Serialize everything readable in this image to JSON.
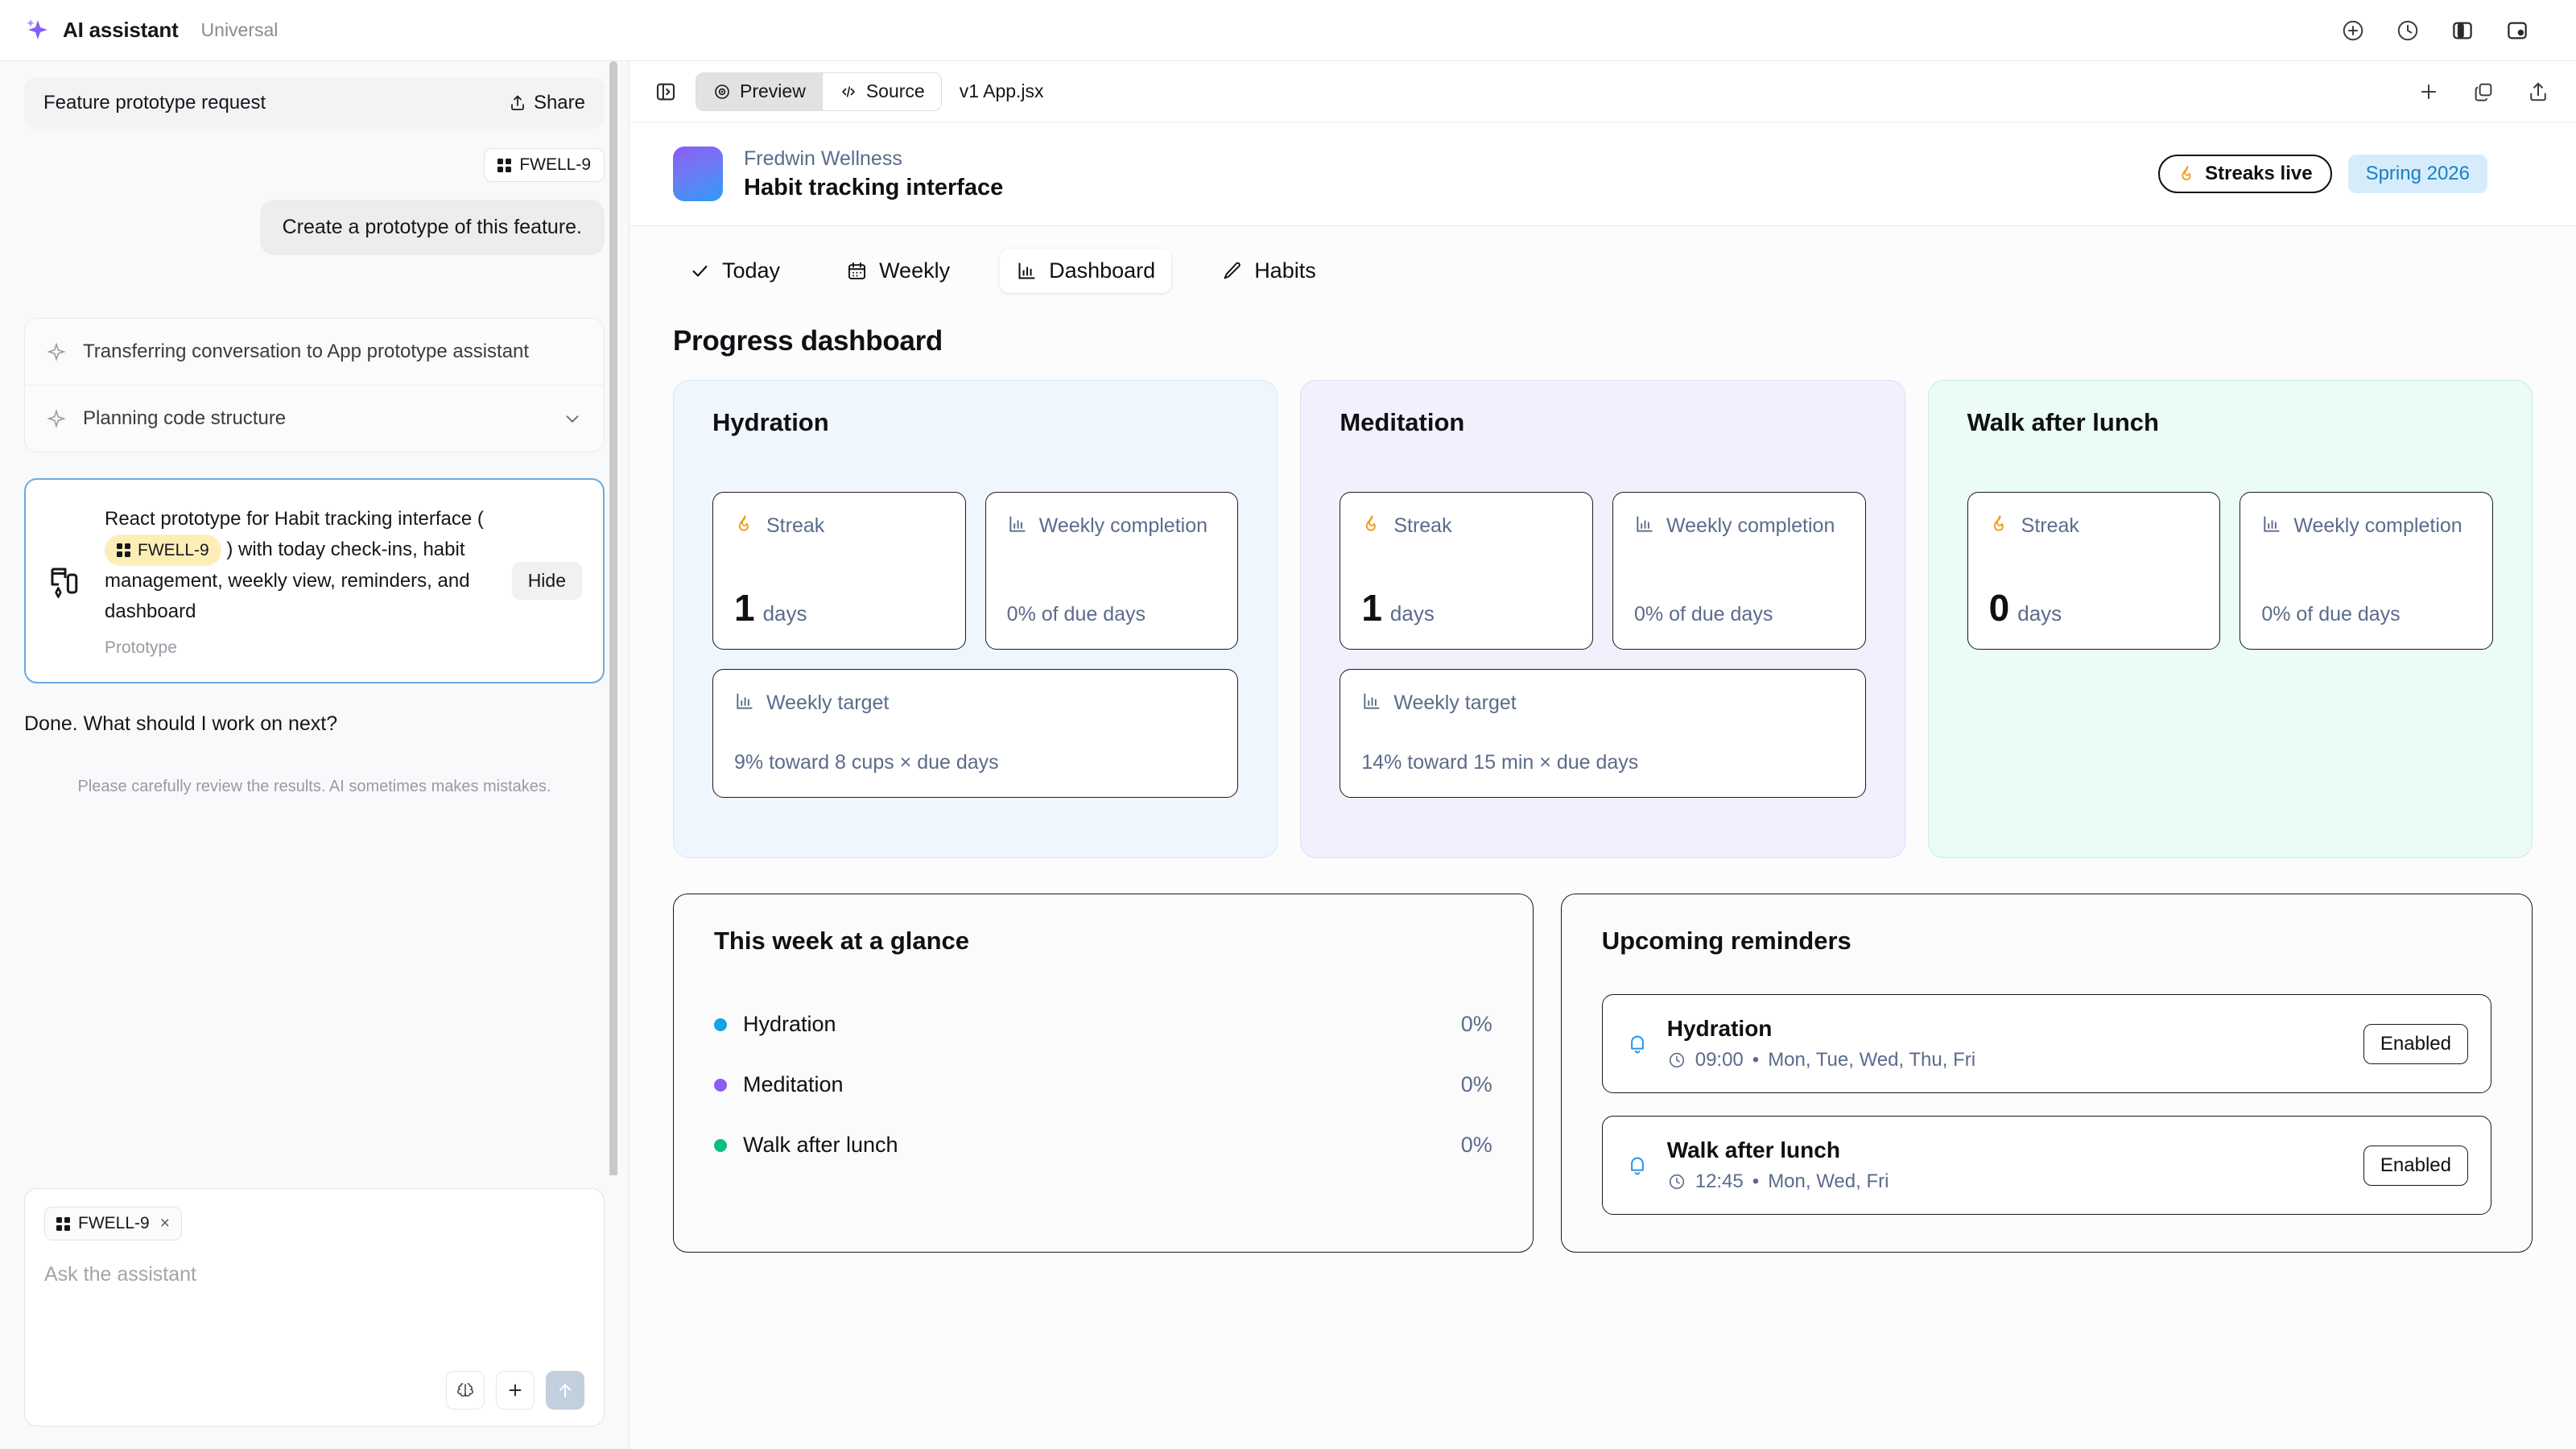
{
  "topbar": {
    "brand": "AI assistant",
    "subtitle": "Universal",
    "icons": [
      "plus-circle-icon",
      "history-clock-icon",
      "panel-left-icon",
      "panel-right-icon"
    ]
  },
  "left_panel": {
    "conversation_title": "Feature prototype request",
    "share_label": "Share",
    "context_chip": "FWELL-9",
    "user_message": "Create a prototype of this feature.",
    "steps": [
      {
        "label": "Transferring conversation to App prototype assistant",
        "has_chevron": false
      },
      {
        "label": "Planning code structure",
        "has_chevron": true
      }
    ],
    "prototype_card": {
      "text_before_tag": "React prototype for Habit tracking interface ( ",
      "tag": "FWELL-9",
      "text_after_tag": " ) with today check-ins, habit management, weekly view, reminders, and dashboard",
      "kind": "Prototype",
      "hide_label": "Hide"
    },
    "done_text": "Done. What should I work on next?",
    "disclaimer": "Please carefully review the results. AI sometimes makes mistakes.",
    "composer": {
      "chip": "FWELL-9",
      "chip_remove": "×",
      "placeholder": "Ask the assistant",
      "actions": [
        "brain-icon",
        "plus-icon",
        "send-arrow-up-icon"
      ]
    }
  },
  "right_panel": {
    "toolbar": {
      "sidebar_toggle_icon": "panel-collapse-icon",
      "segments": [
        {
          "label": "Preview",
          "icon": "eye-icon",
          "active": true
        },
        {
          "label": "Source",
          "icon": "code-icon",
          "active": false
        }
      ],
      "file_name": "v1 App.jsx",
      "actions": [
        "plus-icon",
        "copy-icon",
        "share-export-icon"
      ]
    },
    "app": {
      "org": "Fredwin Wellness",
      "title": "Habit tracking interface",
      "badges": {
        "streaks": "Streaks live",
        "streaks_icon": "flame-icon",
        "season": "Spring 2026"
      },
      "tabs": [
        {
          "label": "Today",
          "icon": "check-icon",
          "active": false
        },
        {
          "label": "Weekly",
          "icon": "calendar-icon",
          "active": false
        },
        {
          "label": "Dashboard",
          "icon": "bar-chart-icon",
          "active": true
        },
        {
          "label": "Habits",
          "icon": "pencil-icon",
          "active": false
        }
      ],
      "section_title": "Progress dashboard",
      "habit_cards": [
        {
          "name": "Hydration",
          "theme": "blue",
          "streak_label": "Streak",
          "streak_value": "1",
          "streak_unit": "days",
          "completion_label": "Weekly completion",
          "completion_value": "0% of due days",
          "target_label": "Weekly target",
          "target_value": "9% toward 8 cups × due days",
          "has_target": true
        },
        {
          "name": "Meditation",
          "theme": "purple",
          "streak_label": "Streak",
          "streak_value": "1",
          "streak_unit": "days",
          "completion_label": "Weekly completion",
          "completion_value": "0% of due days",
          "target_label": "Weekly target",
          "target_value": "14% toward 15 min × due days",
          "has_target": true
        },
        {
          "name": "Walk after lunch",
          "theme": "green",
          "streak_label": "Streak",
          "streak_value": "0",
          "streak_unit": "days",
          "completion_label": "Weekly completion",
          "completion_value": "0% of due days",
          "target_label": "",
          "target_value": "",
          "has_target": false
        }
      ],
      "glance": {
        "title": "This week at a glance",
        "rows": [
          {
            "label": "Hydration",
            "pct": "0%",
            "color": "#12a3e8"
          },
          {
            "label": "Meditation",
            "pct": "0%",
            "color": "#8b5cf6"
          },
          {
            "label": "Walk after lunch",
            "pct": "0%",
            "color": "#0bbf7c"
          }
        ]
      },
      "reminders": {
        "title": "Upcoming reminders",
        "items": [
          {
            "title": "Hydration",
            "time": "09:00",
            "separator": "•",
            "days": "Mon, Tue, Wed, Thu, Fri",
            "state": "Enabled"
          },
          {
            "title": "Walk after lunch",
            "time": "12:45",
            "separator": "•",
            "days": "Mon, Wed, Fri",
            "state": "Enabled"
          }
        ]
      }
    }
  }
}
